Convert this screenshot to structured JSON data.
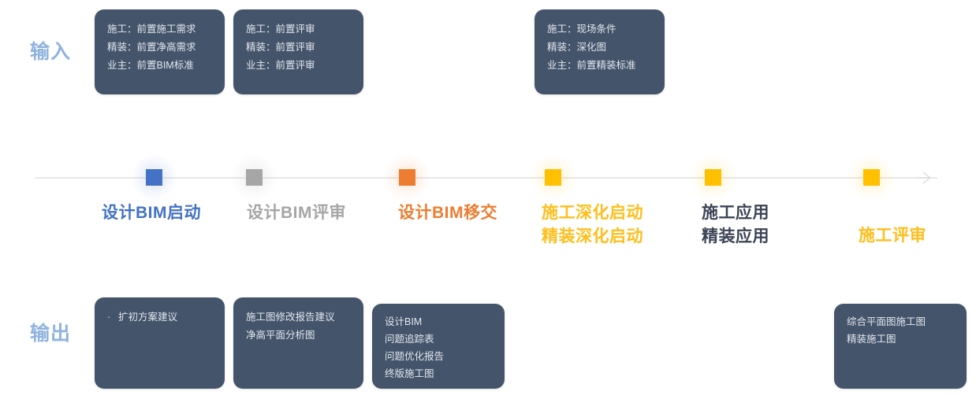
{
  "rows": {
    "input_label": "输入",
    "output_label": "输出"
  },
  "colors": {
    "card_bg": "#44546A",
    "card_text": "#E2E7EE",
    "row_label": "#8FB3DE",
    "axis": "#E8E8E8",
    "blue": "#4472C4",
    "gray": "#A6A6A6",
    "orange": "#ED7D31",
    "gold": "#FFC000",
    "dark_slate": "#44546A"
  },
  "input_cards": [
    {
      "lines": [
        "施工：前置施工需求",
        "精装：前置净高需求",
        "业主：前置BIM标准"
      ]
    },
    {
      "lines": [
        "施工：前置评审",
        "精装：前置评审",
        "业主：前置评审"
      ]
    },
    {
      "lines": [
        "施工：现场条件",
        "精装：深化图",
        "业主：前置精装标准"
      ]
    }
  ],
  "output_cards": [
    {
      "bulleted": true,
      "lines": [
        "扩初方案建议"
      ]
    },
    {
      "bulleted": false,
      "lines": [
        "施工图修改报告建议",
        "净高平面分析图"
      ]
    },
    {
      "bulleted": false,
      "lines": [
        "设计BIM",
        "问题追踪表",
        "问题优化报告",
        "终版施工图"
      ]
    },
    {
      "bulleted": false,
      "lines": [
        "综合平面图施工图",
        "精装施工图"
      ]
    }
  ],
  "timeline": {
    "stages": [
      {
        "marker_color": "#4472C4",
        "label_color": "#4472C4",
        "lines": [
          "设计BIM启动"
        ]
      },
      {
        "marker_color": "#A6A6A6",
        "label_color": "#A6A6A6",
        "lines": [
          "设计BIM评审"
        ]
      },
      {
        "marker_color": "#ED7D31",
        "label_color": "#ED7D31",
        "lines": [
          "设计BIM移交"
        ]
      },
      {
        "marker_color": "#FFC000",
        "label_color": "#FFBE1A",
        "lines": [
          "施工深化启动",
          "精装深化启动"
        ]
      },
      {
        "marker_color": "#FFC000",
        "label_color": "#3B4455",
        "lines": [
          "施工应用",
          "精装应用"
        ]
      },
      {
        "marker_color": "#FFC000",
        "label_color": "#FFBE1A",
        "lines": [
          "施工评审"
        ]
      }
    ],
    "arrow_icon": "arrow-right-icon"
  }
}
